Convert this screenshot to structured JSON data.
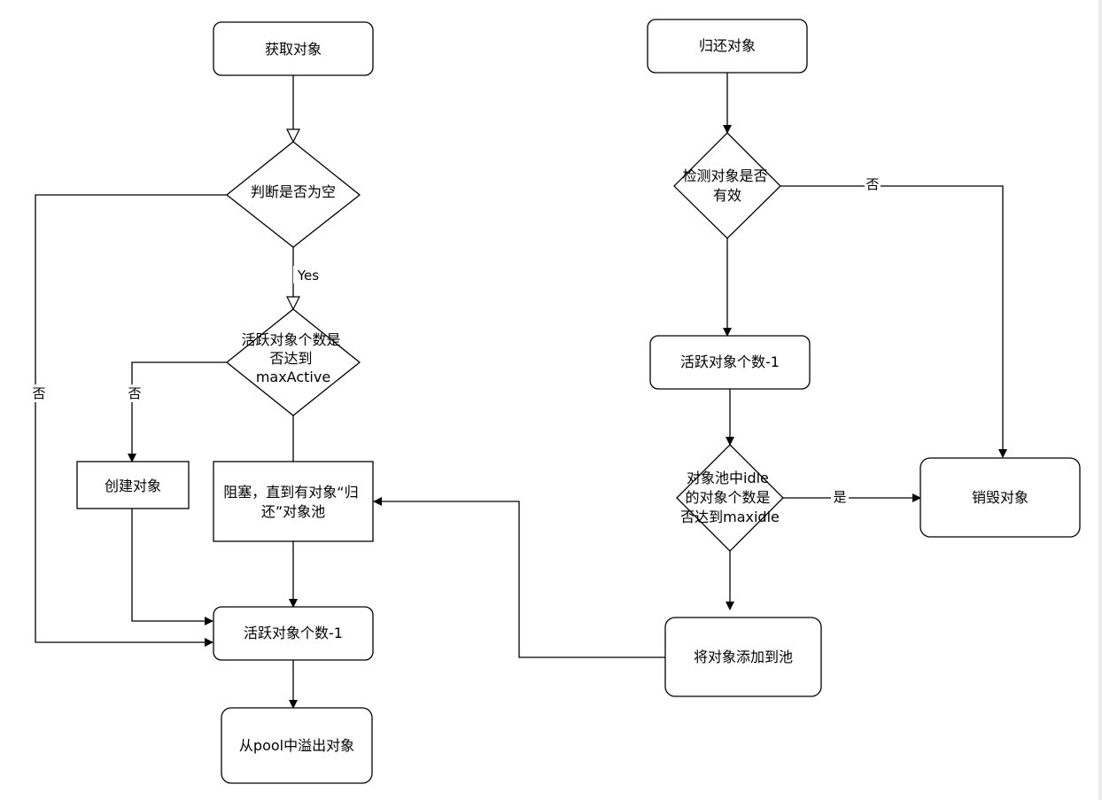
{
  "nodes": {
    "get_object": [
      "获取对象"
    ],
    "check_empty": [
      "判断是否为空"
    ],
    "check_max_active": [
      "活跃对象个数是",
      "否达到",
      "maxActive"
    ],
    "create_object": [
      "创建对象"
    ],
    "block_wait": [
      "阻塞，直到有对象“归",
      "还”对象池"
    ],
    "active_minus_left": [
      "活跃对象个数-1"
    ],
    "pop_from_pool": [
      "从pool中溢出对象"
    ],
    "return_object": [
      "归还对象"
    ],
    "check_valid": [
      "检测对象是否",
      "有效"
    ],
    "active_minus_right": [
      "活跃对象个数-1"
    ],
    "check_max_idle": [
      "对象池中idle",
      "的对象个数是",
      "否达到maxidle"
    ],
    "add_to_pool": [
      "将对象添加到池"
    ],
    "destroy_object": [
      "销毁对象"
    ]
  },
  "edge_labels": {
    "yes_en": "Yes",
    "no_left_outer": "否",
    "no_create": "否",
    "no_invalid": "否",
    "yes_destroy": "是"
  }
}
